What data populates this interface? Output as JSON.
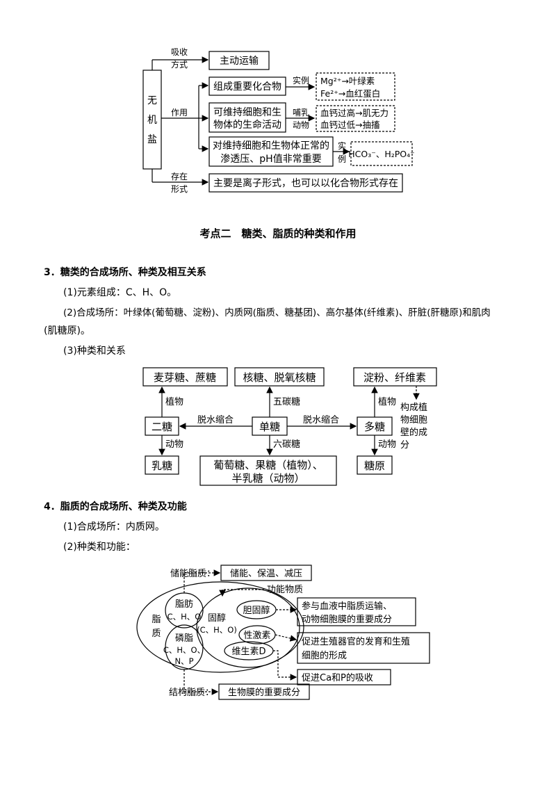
{
  "salt": {
    "root": [
      "无",
      "机",
      "盐"
    ],
    "absorb_label": [
      "吸收",
      "方式"
    ],
    "absorb_box": "主动运输",
    "func_label": "作用",
    "exist_label": [
      "存在",
      "形式"
    ],
    "f1": "组成重要化合物",
    "f1_link": "实例",
    "f1_ex": [
      "Mg²⁺→叶绿素",
      "Fe²⁺→血红蛋白"
    ],
    "f2": [
      "可维持细胞和生",
      "物体的生命活动"
    ],
    "f2_link": [
      "哺乳",
      "动物"
    ],
    "f2_ex": [
      "血钙过高→肌无力",
      "血钙过低→抽搐"
    ],
    "f3": [
      "对维持细胞和生物体正常的",
      "渗透压、pH值非常重要"
    ],
    "f3_link": [
      "实",
      "例"
    ],
    "f3_ex": "HCO₃⁻、H₂PO₄⁻",
    "exist_box": "主要是离子形式，也可以以化合物形式存在"
  },
  "section_title": "考点二　糖类、脂质的种类和作用",
  "s3": {
    "heading": "3．糖类的合成场所、种类及相互关系",
    "p1": "(1)元素组成：C、H、O。",
    "p2a": "(2)合成场所：叶绿体(葡萄糖、淀粉)、内质网(脂质、糖基团)、高尔基体(纤维素)、肝脏(肝糖原)和肌肉",
    "p2b": "(肌糖原)。",
    "p3": "(3)种类和关系"
  },
  "sugar": {
    "top_left": "麦芽糖、蔗糖",
    "top_mid": "核糖、脱氧核糖",
    "top_right": "淀粉、纤维素",
    "di": "二糖",
    "mono": "单糖",
    "poly": "多糖",
    "lactose": "乳糖",
    "hexoses": [
      "葡萄糖、果糖（植物）、",
      "半乳糖（动物）"
    ],
    "glycogen": "糖原",
    "plant1": "植物",
    "animal1": "动物",
    "pentose": "五碳糖",
    "hexose": "六碳糖",
    "plant2": "植物",
    "animal2": "动物",
    "dehydrate1": "脱水缩合",
    "dehydrate2": "脱水缩合",
    "cellwall": [
      "构成植",
      "物细胞",
      "壁的成",
      "分"
    ]
  },
  "s4": {
    "heading": "4．脂质的合成场所、种类及功能",
    "p1": "(1)合成场所：内质网。",
    "p2": "(2)种类和功能："
  },
  "lipid": {
    "storage_label": "储能脂质：",
    "storage_box": "储能、保温、减压",
    "functional": "功能物质",
    "lipid": [
      "脂",
      "质"
    ],
    "fat": [
      "脂肪",
      "C、H、O"
    ],
    "phospho": [
      "磷脂",
      "C、H、O、",
      "N、P"
    ],
    "sterol": [
      "固醇",
      "(C、H、O)"
    ],
    "cholesterol": "胆固醇",
    "sex_hormone": "性激素",
    "vitd": "维生素D",
    "chol_fn": [
      "参与血液中脂质运输、",
      "动物细胞膜的重要成分"
    ],
    "sex_fn": [
      "促进生殖器官的发育和生殖",
      "细胞的形成"
    ],
    "vitd_fn": "促进Ca和P的吸收",
    "struct_label": "结构脂质：",
    "struct_box": "生物膜的重要成分"
  }
}
